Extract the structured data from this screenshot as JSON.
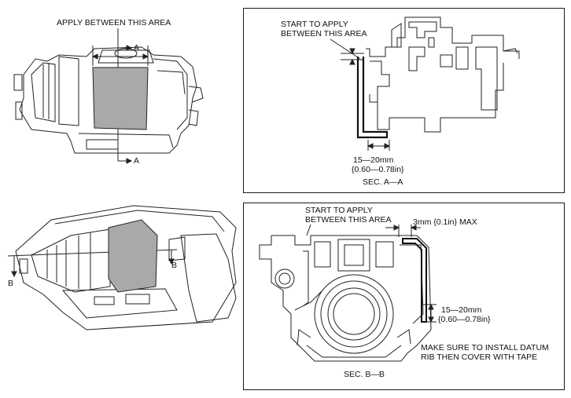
{
  "figure1": {
    "apply_label": "APPLY BETWEEN THIS AREA",
    "marker_top": "A",
    "marker_bottom": "A"
  },
  "sectionA": {
    "start_label_line1": "START TO APPLY",
    "start_label_line2": "BETWEEN THIS AREA",
    "dim_mm": "15—20mm",
    "dim_in": "{0.60—0.78in}",
    "caption": "SEC. A—A"
  },
  "figure2": {
    "marker_left": "B",
    "marker_right": "B"
  },
  "sectionB": {
    "start_label_line1": "START TO APPLY",
    "start_label_line2": "BETWEEN THIS AREA",
    "max_label": "3mm {0.1in} MAX",
    "dim_mm": "15—20mm",
    "dim_in": "{0.60—0.78in}",
    "note_line1": "MAKE SURE TO INSTALL DATUM",
    "note_line2": "RIB THEN COVER WITH TAPE",
    "caption": "SEC. B—B"
  }
}
